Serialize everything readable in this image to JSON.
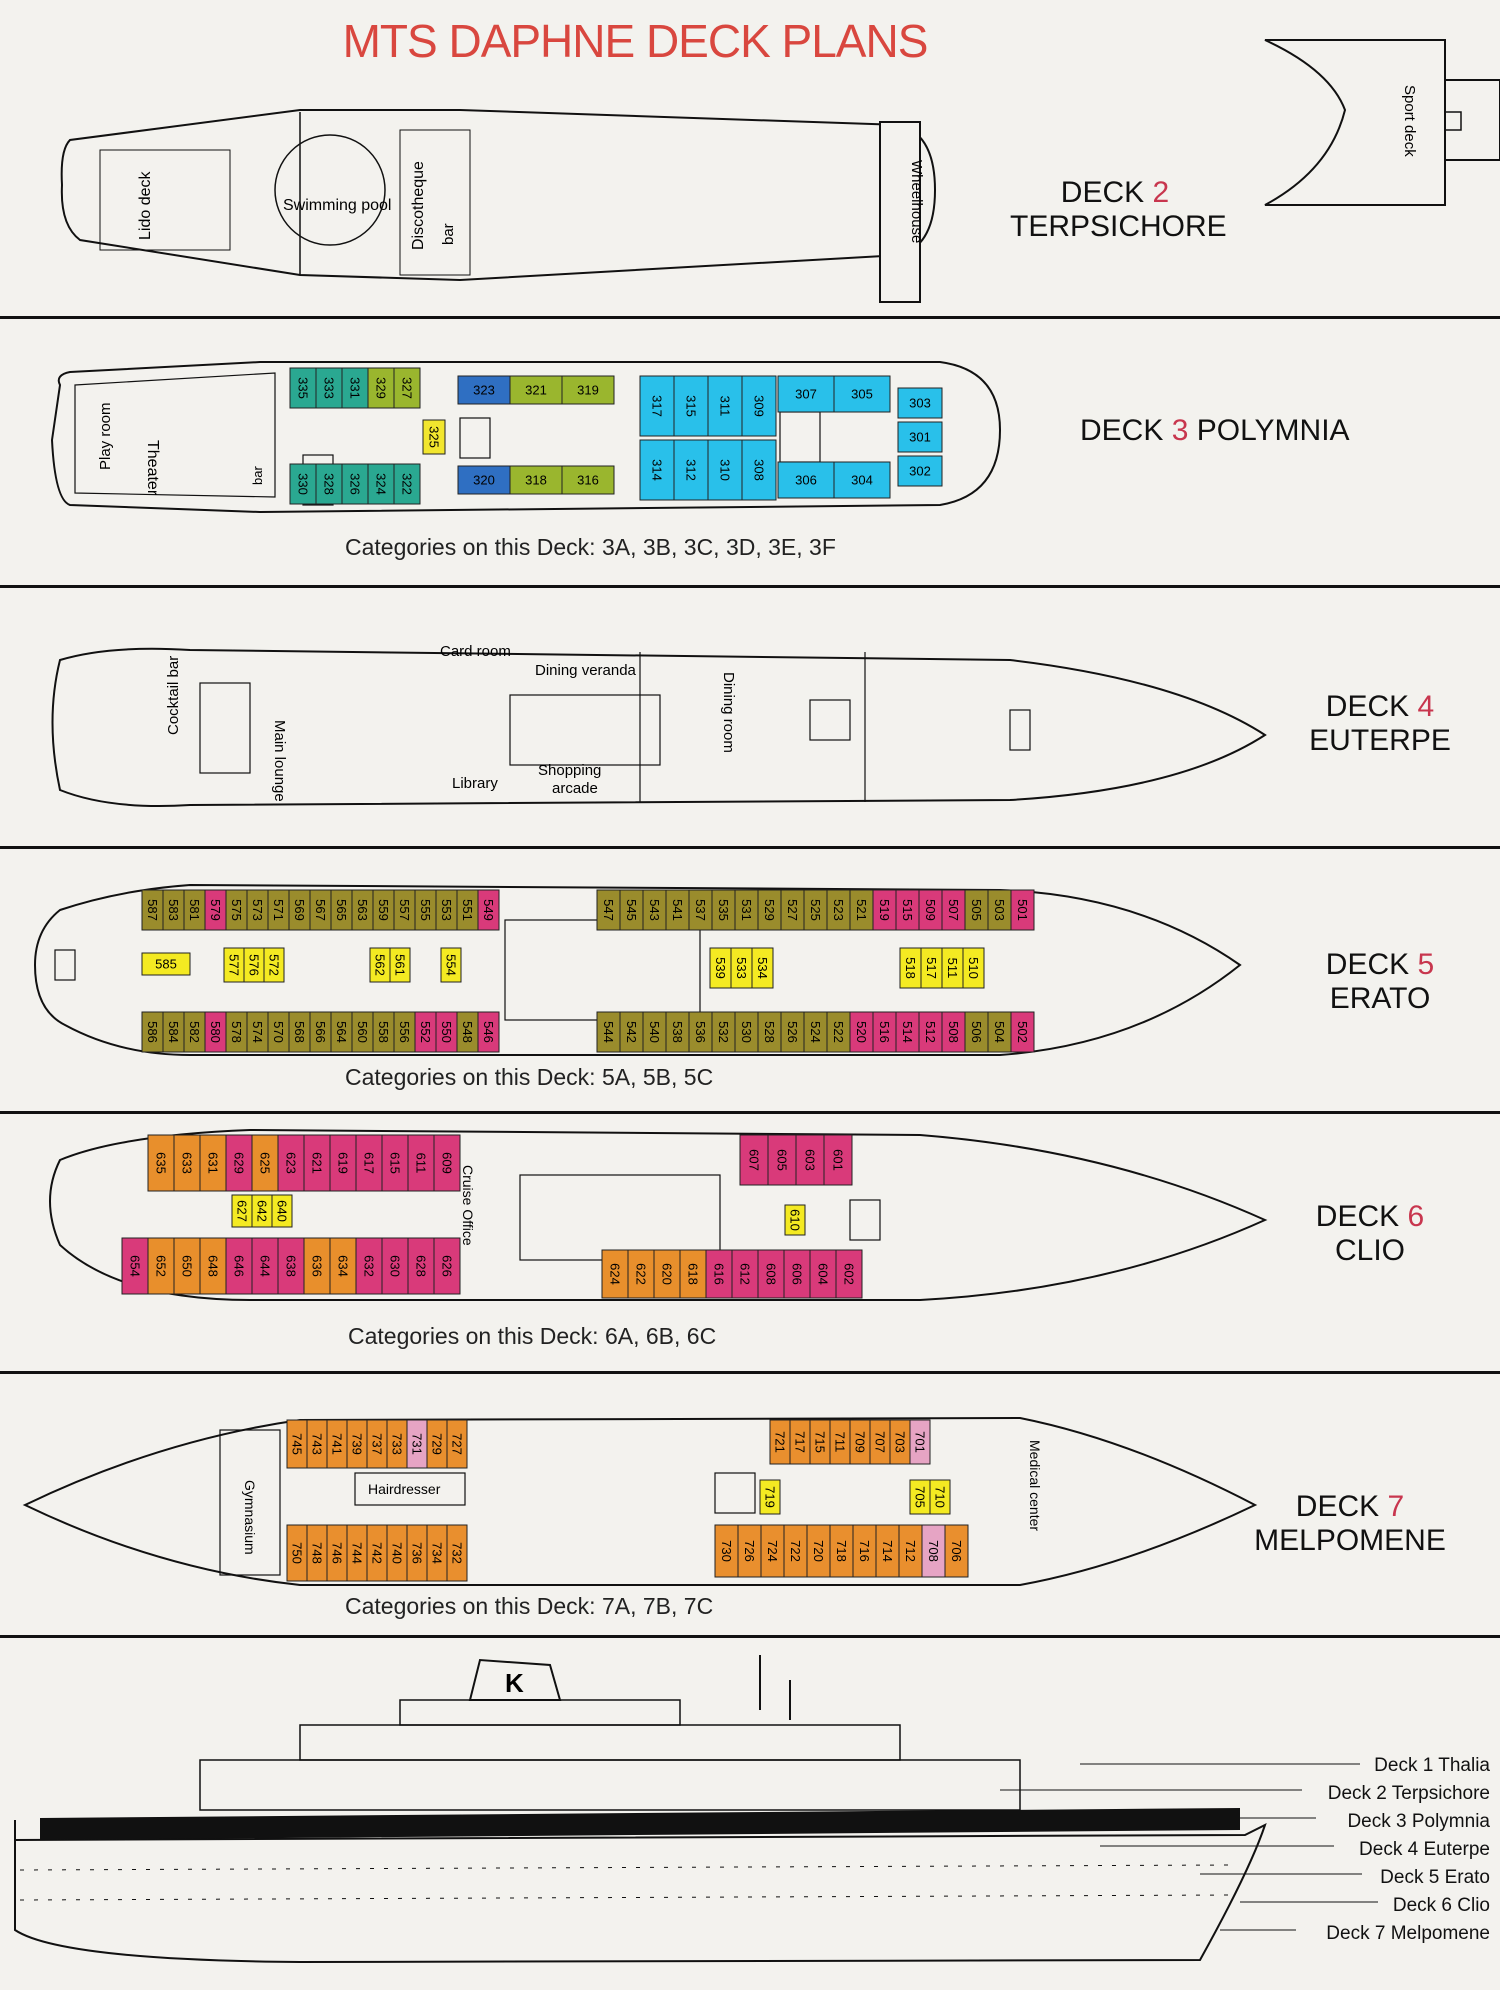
{
  "title": "MTS DAPHNE DECK PLANS",
  "colors": {
    "3A": "#2aa891",
    "3B": "#9ab62e",
    "3C": "#f2e62e",
    "3D": "#2f6fc2",
    "3E": "#29c0ea",
    "5A": "#9a8c2c",
    "5B": "#d93a7a",
    "5C": "#f4ea22",
    "6A": "#e88f2c",
    "6B": "#d93a7a",
    "6C": "#f4ea22",
    "7A": "#e98f2e",
    "7B": "#e6a4c4",
    "7C": "#f4ea22"
  },
  "deck2": {
    "name_prefix": "DECK",
    "number": "2",
    "name": "TERPSICHORE",
    "labels": {
      "lido": "Lido deck",
      "pool": "Swimming pool",
      "disco": "Discotheque",
      "bar": "bar",
      "wheel": "Wheelhouse",
      "sport": "Sport deck"
    }
  },
  "deck3": {
    "name_prefix": "DECK",
    "number": "3",
    "name": "POLYMNIA",
    "categories": "Categories on this Deck: 3A, 3B, 3C, 3D, 3E, 3F",
    "labels": {
      "play": "Play room",
      "theater": "Theater",
      "bar": "bar"
    },
    "top_rooms": [
      "335",
      "333",
      "331",
      "329",
      "327"
    ],
    "top_colors": [
      "3A",
      "3A",
      "3A",
      "3B",
      "3B"
    ],
    "bottom_rooms": [
      "330",
      "328",
      "326",
      "324",
      "322"
    ],
    "mid_room": "325",
    "aft_top": [
      "323",
      "321",
      "319"
    ],
    "aft_bot": [
      "320",
      "318",
      "316"
    ],
    "e_top": [
      "317",
      "315",
      "311",
      "309"
    ],
    "e_bot": [
      "314",
      "312",
      "310",
      "308"
    ],
    "f_top": [
      "307",
      "305"
    ],
    "f_bot": [
      "306",
      "304"
    ],
    "bow": [
      "303",
      "301",
      "302"
    ]
  },
  "deck4": {
    "name_prefix": "DECK",
    "number": "4",
    "name": "EUTERPE",
    "labels": {
      "cocktail": "Cocktail bar",
      "lounge": "Main lounge",
      "card": "Card room",
      "veranda": "Dining veranda",
      "library": "Library",
      "shopping1": "Shopping",
      "shopping2": "arcade",
      "dining": "Dining room"
    }
  },
  "deck5": {
    "name_prefix": "DECK",
    "number": "5",
    "name": "ERATO",
    "categories": "Categories on this Deck: 5A, 5B, 5C",
    "aft_top": [
      "587",
      "583",
      "581",
      "579",
      "575",
      "573",
      "571",
      "569",
      "567",
      "565",
      "563",
      "559",
      "557",
      "555",
      "553",
      "551",
      "549"
    ],
    "aft_top_colors": [
      "5A",
      "5A",
      "5A",
      "5B",
      "5A",
      "5A",
      "5A",
      "5A",
      "5A",
      "5A",
      "5A",
      "5A",
      "5A",
      "5A",
      "5A",
      "5A",
      "5B"
    ],
    "aft_bot": [
      "586",
      "584",
      "582",
      "580",
      "578",
      "574",
      "570",
      "568",
      "566",
      "564",
      "560",
      "558",
      "556",
      "552",
      "550",
      "548",
      "546"
    ],
    "aft_bot_colors": [
      "5A",
      "5A",
      "5A",
      "5B",
      "5A",
      "5A",
      "5A",
      "5A",
      "5A",
      "5A",
      "5A",
      "5A",
      "5A",
      "5B",
      "5B",
      "5A",
      "5B"
    ],
    "fwd_top": [
      "547",
      "545",
      "543",
      "541",
      "537",
      "535",
      "531",
      "529",
      "527",
      "525",
      "523",
      "521",
      "519",
      "515",
      "509",
      "507",
      "505",
      "503",
      "501"
    ],
    "fwd_top_colors": [
      "5A",
      "5A",
      "5A",
      "5A",
      "5A",
      "5A",
      "5A",
      "5A",
      "5A",
      "5A",
      "5A",
      "5A",
      "5B",
      "5B",
      "5B",
      "5B",
      "5A",
      "5A",
      "5B"
    ],
    "fwd_bot": [
      "544",
      "542",
      "540",
      "538",
      "536",
      "532",
      "530",
      "528",
      "526",
      "524",
      "522",
      "520",
      "516",
      "514",
      "512",
      "508",
      "506",
      "504",
      "502"
    ],
    "fwd_bot_colors": [
      "5A",
      "5A",
      "5A",
      "5A",
      "5A",
      "5A",
      "5A",
      "5A",
      "5A",
      "5A",
      "5A",
      "5B",
      "5B",
      "5B",
      "5B",
      "5B",
      "5A",
      "5A",
      "5B"
    ],
    "mid_aft": [
      "585",
      "577",
      "576",
      "572",
      "562",
      "561",
      "554"
    ],
    "mid_fwd": [
      "539",
      "533",
      "534",
      "518",
      "517",
      "511",
      "510"
    ]
  },
  "deck6": {
    "name_prefix": "DECK",
    "number": "6",
    "name": "CLIO",
    "categories": "Categories on this Deck: 6A, 6B, 6C",
    "labels": {
      "cruise": "Cruise Office"
    },
    "aft_top": [
      "635",
      "633",
      "631",
      "629",
      "625",
      "623",
      "621",
      "619",
      "617",
      "615",
      "611",
      "609"
    ],
    "aft_top_colors": [
      "6A",
      "6A",
      "6A",
      "6B",
      "6A",
      "6B",
      "6B",
      "6B",
      "6B",
      "6B",
      "6B",
      "6B"
    ],
    "aft_bot": [
      "654",
      "652",
      "650",
      "648",
      "646",
      "644",
      "638",
      "636",
      "634",
      "632",
      "630",
      "628",
      "626"
    ],
    "aft_bot_colors": [
      "6B",
      "6A",
      "6A",
      "6A",
      "6B",
      "6B",
      "6B",
      "6A",
      "6A",
      "6B",
      "6B",
      "6B",
      "6B"
    ],
    "fwd_top": [
      "607",
      "605",
      "603",
      "601"
    ],
    "fwd_bot": [
      "624",
      "622",
      "620",
      "618",
      "616",
      "612",
      "608",
      "606",
      "604",
      "602"
    ],
    "fwd_bot_colors": [
      "6A",
      "6A",
      "6A",
      "6A",
      "6B",
      "6B",
      "6B",
      "6B",
      "6B",
      "6B"
    ],
    "mid": [
      "627",
      "642",
      "640",
      "610"
    ]
  },
  "deck7": {
    "name_prefix": "DECK",
    "number": "7",
    "name": "MELPOMENE",
    "categories": "Categories on this Deck: 7A, 7B, 7C",
    "labels": {
      "gym": "Gymnasium",
      "hair": "Hairdresser",
      "medical": "Medical center"
    },
    "aft_top": [
      "745",
      "743",
      "741",
      "739",
      "737",
      "733",
      "731",
      "729",
      "727"
    ],
    "aft_top_colors": [
      "7A",
      "7A",
      "7A",
      "7A",
      "7A",
      "7A",
      "7B",
      "7A",
      "7A"
    ],
    "aft_bot": [
      "750",
      "748",
      "746",
      "744",
      "742",
      "740",
      "736",
      "734",
      "732"
    ],
    "fwd_top": [
      "721",
      "717",
      "715",
      "711",
      "709",
      "707",
      "703",
      "701"
    ],
    "fwd_top_colors": [
      "7A",
      "7A",
      "7A",
      "7A",
      "7A",
      "7A",
      "7A",
      "7B"
    ],
    "fwd_bot": [
      "730",
      "726",
      "724",
      "722",
      "720",
      "718",
      "716",
      "714",
      "712",
      "708",
      "706"
    ],
    "fwd_bot_colors": [
      "7A",
      "7A",
      "7A",
      "7A",
      "7A",
      "7A",
      "7A",
      "7A",
      "7A",
      "7B",
      "7A"
    ],
    "mid": [
      "719",
      "705",
      "710"
    ]
  },
  "profile": {
    "funnel_letter": "K",
    "legend": [
      "Deck 1 Thalia",
      "Deck 2 Terpsichore",
      "Deck 3 Polymnia",
      "Deck 4 Euterpe",
      "Deck 5 Erato",
      "Deck 6 Clio",
      "Deck 7 Melpomene"
    ]
  }
}
